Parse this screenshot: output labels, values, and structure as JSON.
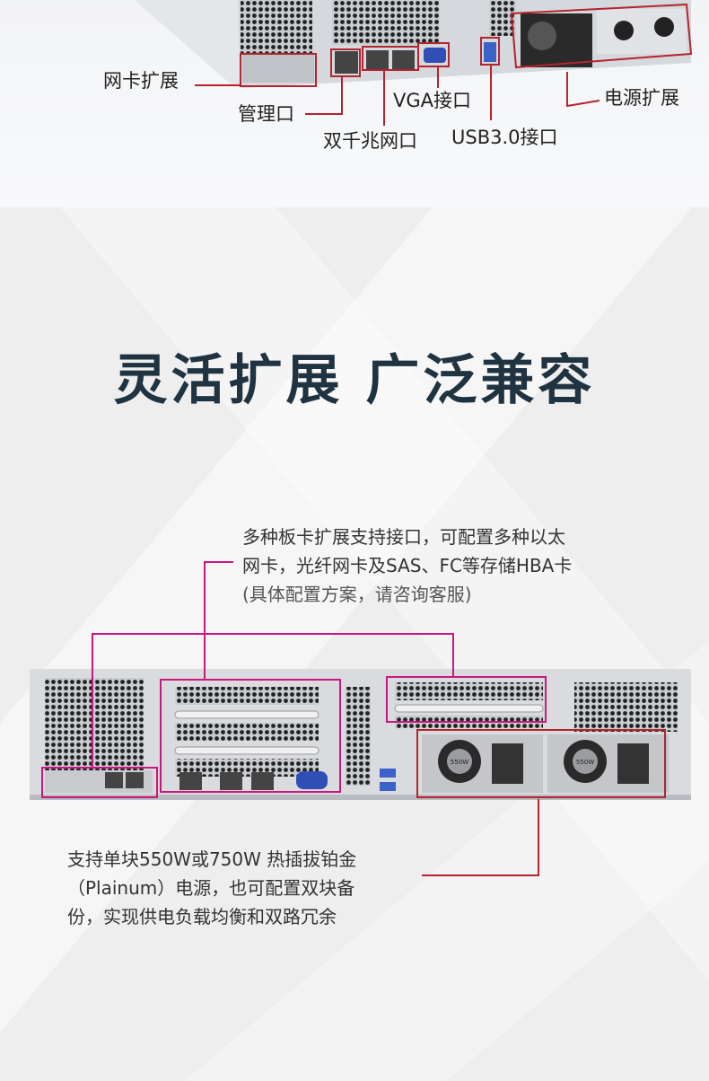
{
  "top_callouts": {
    "nic_expansion": "网卡扩展",
    "management_port": "管理口",
    "dual_gigabit": "双千兆网口",
    "vga_port": "VGA接口",
    "usb_port": "USB3.0接口",
    "power_expansion": "电源扩展"
  },
  "section": {
    "title": "灵活扩展  广泛兼容",
    "expansion_desc": [
      "多种板卡扩展支持接口，可配置多种以太",
      "网卡，光纤网卡及SAS、FC等存储HBA卡",
      "(具体配置方案，请咨询客服)"
    ],
    "power_desc": [
      "支持单块550W或750W 热插拔铂金",
      "（Plainum）电源，也可配置双块备",
      "份，实现供电负载均衡和双路冗余"
    ]
  },
  "psu_label": "550W",
  "colors": {
    "red": "#b3242e",
    "magenta": "#c8187f",
    "title": "#1f3341"
  }
}
